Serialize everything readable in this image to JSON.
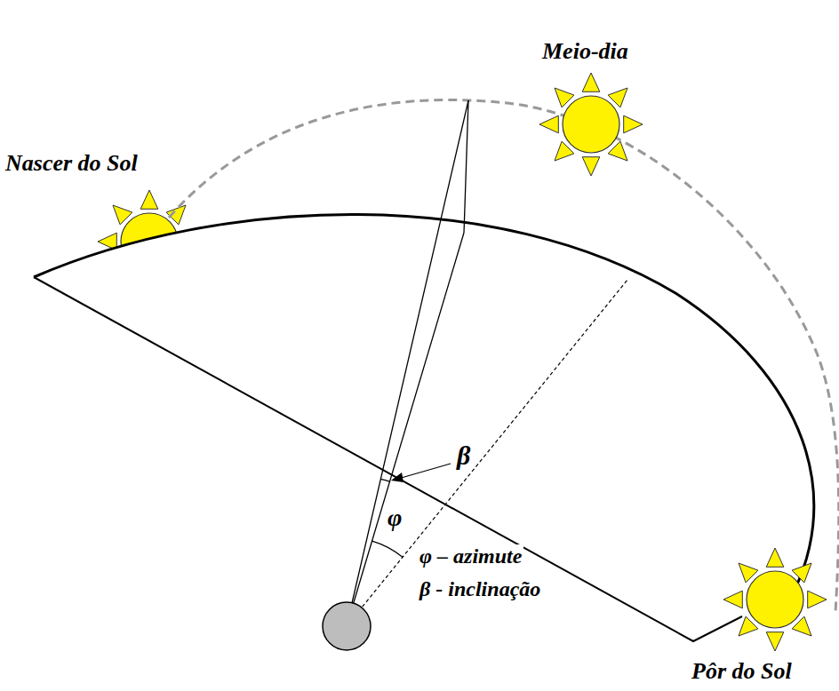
{
  "diagram": {
    "labels": [
      "Meio-dia",
      "Nascer do Sol",
      "Pôr do Sol",
      "β",
      "φ",
      "φ – azimute",
      "β - inclinação"
    ]
  }
}
